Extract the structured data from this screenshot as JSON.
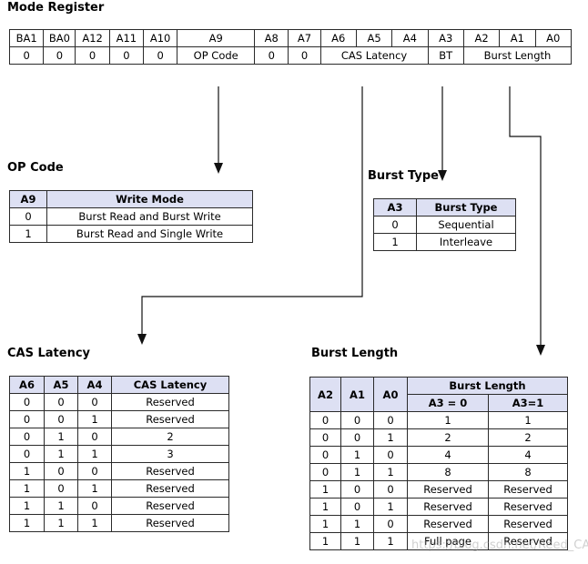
{
  "mode_register": {
    "title": "Mode Register",
    "headers": [
      "BA1",
      "BA0",
      "A12",
      "A11",
      "A10",
      "A9",
      "A8",
      "A7",
      "A6",
      "A5",
      "A4",
      "A3",
      "A2",
      "A1",
      "A0"
    ],
    "values": [
      "0",
      "0",
      "0",
      "0",
      "0",
      "OP Code",
      "0",
      "0",
      "CAS Latency",
      "BT",
      "Burst Length"
    ]
  },
  "op_code": {
    "title": "OP Code",
    "headers": [
      "A9",
      "Write Mode"
    ],
    "rows": [
      [
        "0",
        "Burst Read and Burst Write"
      ],
      [
        "1",
        "Burst Read and Single Write"
      ]
    ]
  },
  "burst_type": {
    "title": "Burst Type",
    "headers": [
      "A3",
      "Burst Type"
    ],
    "rows": [
      [
        "0",
        "Sequential"
      ],
      [
        "1",
        "Interleave"
      ]
    ]
  },
  "cas_latency": {
    "title": "CAS Latency",
    "headers": [
      "A6",
      "A5",
      "A4",
      "CAS Latency"
    ],
    "rows": [
      [
        "0",
        "0",
        "0",
        "Reserved"
      ],
      [
        "0",
        "0",
        "1",
        "Reserved"
      ],
      [
        "0",
        "1",
        "0",
        "2"
      ],
      [
        "0",
        "1",
        "1",
        "3"
      ],
      [
        "1",
        "0",
        "0",
        "Reserved"
      ],
      [
        "1",
        "0",
        "1",
        "Reserved"
      ],
      [
        "1",
        "1",
        "0",
        "Reserved"
      ],
      [
        "1",
        "1",
        "1",
        "Reserved"
      ]
    ]
  },
  "burst_length": {
    "title": "Burst Length",
    "headers": [
      "A2",
      "A1",
      "A0",
      "Burst Length",
      "A3 = 0",
      "A3=1"
    ],
    "rows": [
      [
        "0",
        "0",
        "0",
        "1",
        "1"
      ],
      [
        "0",
        "0",
        "1",
        "2",
        "2"
      ],
      [
        "0",
        "1",
        "0",
        "4",
        "4"
      ],
      [
        "0",
        "1",
        "1",
        "8",
        "8"
      ],
      [
        "1",
        "0",
        "0",
        "Reserved",
        "Reserved"
      ],
      [
        "1",
        "0",
        "1",
        "Reserved",
        "Reserved"
      ],
      [
        "1",
        "1",
        "0",
        "Reserved",
        "Reserved"
      ],
      [
        "1",
        "1",
        "1",
        "Full page",
        "Reserved"
      ]
    ]
  },
  "watermark": "https://blog.csdn.net/Reed_CA"
}
